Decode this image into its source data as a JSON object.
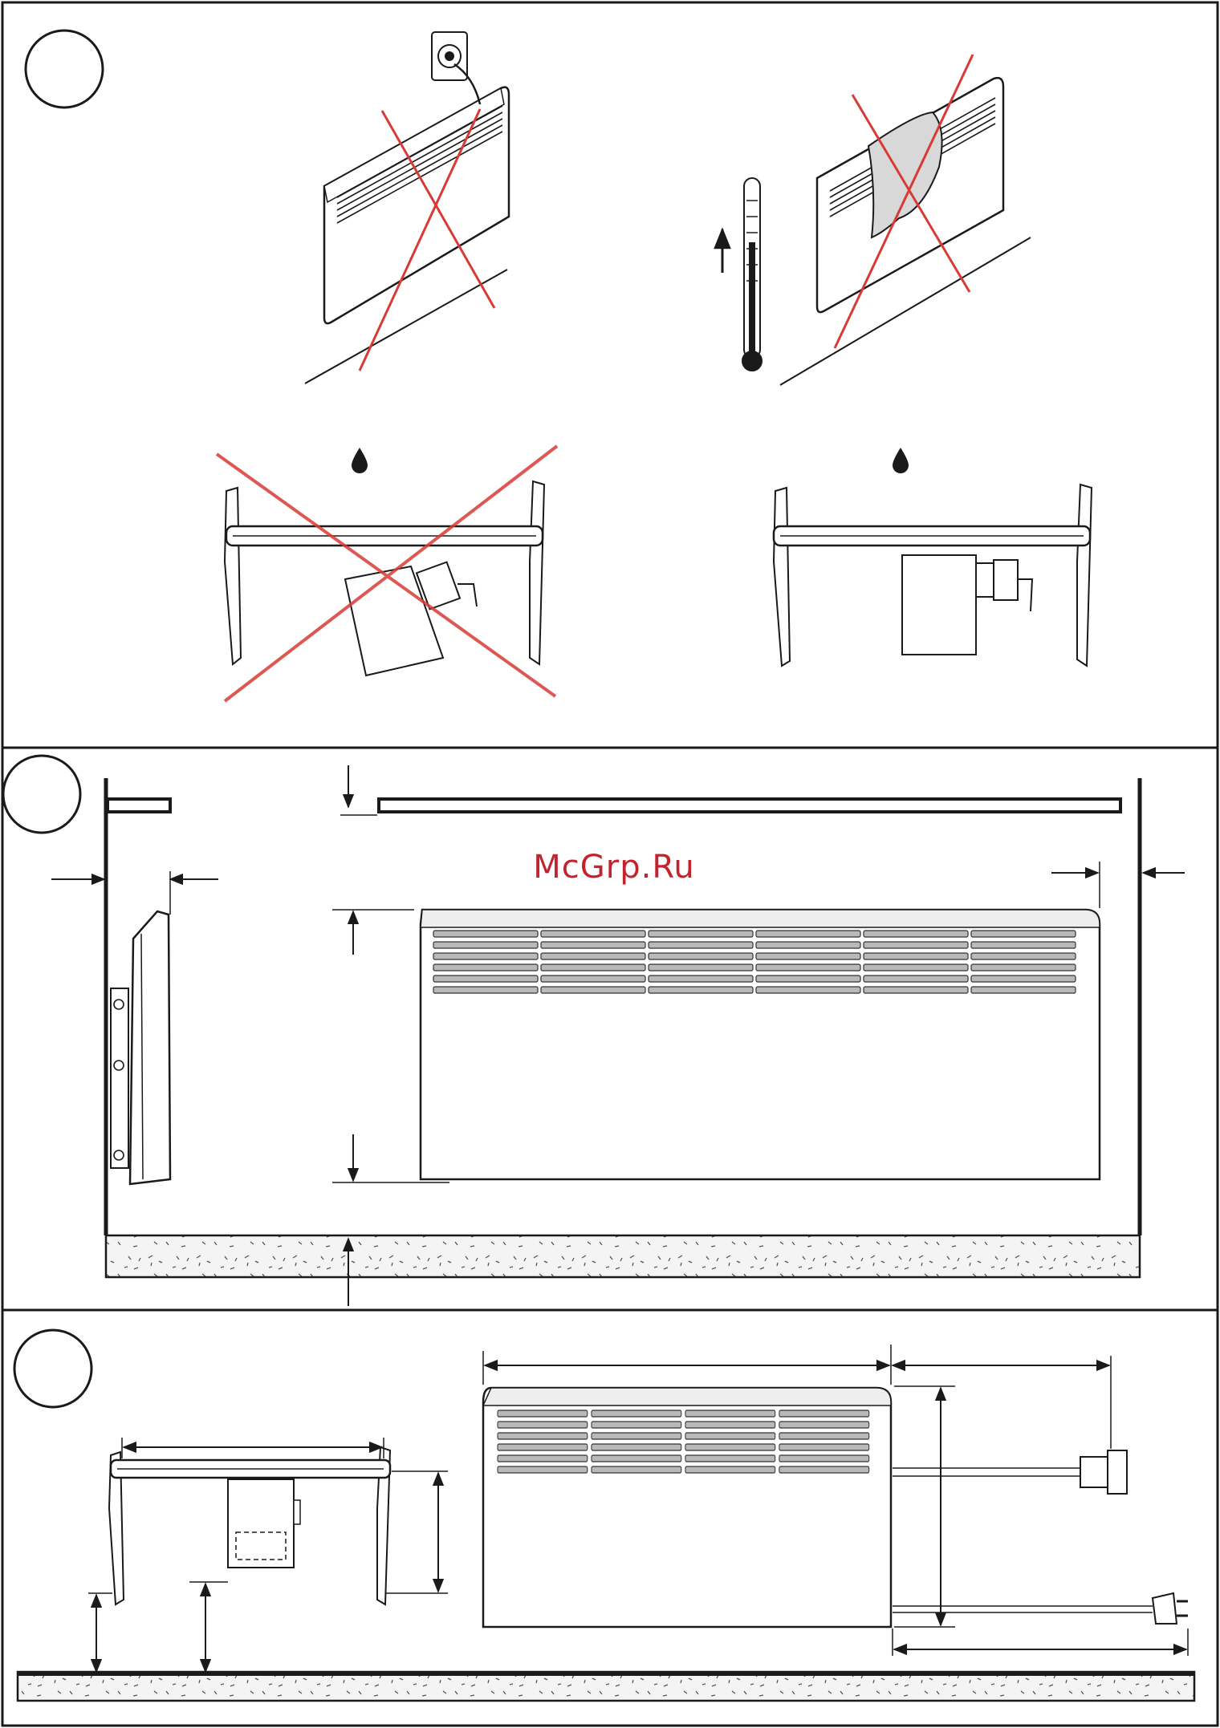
{
  "document": {
    "watermark": "McGrp.Ru",
    "sections": [
      {
        "id": "placement-warnings",
        "marker": ""
      },
      {
        "id": "clearances",
        "marker": ""
      },
      {
        "id": "dimensions",
        "marker": ""
      }
    ]
  },
  "colors": {
    "line": "#1a1a1a",
    "cross_out": "#d93a36",
    "watermark": "#c4232e",
    "floor_fill": "#f4f4f4"
  },
  "icons": [
    "socket-icon",
    "thermometer-icon",
    "arrow-up-icon",
    "water-drop-icon",
    "cross-out-icon",
    "plug-icon",
    "thermostat-icon",
    "dimension-arrow-icon"
  ]
}
